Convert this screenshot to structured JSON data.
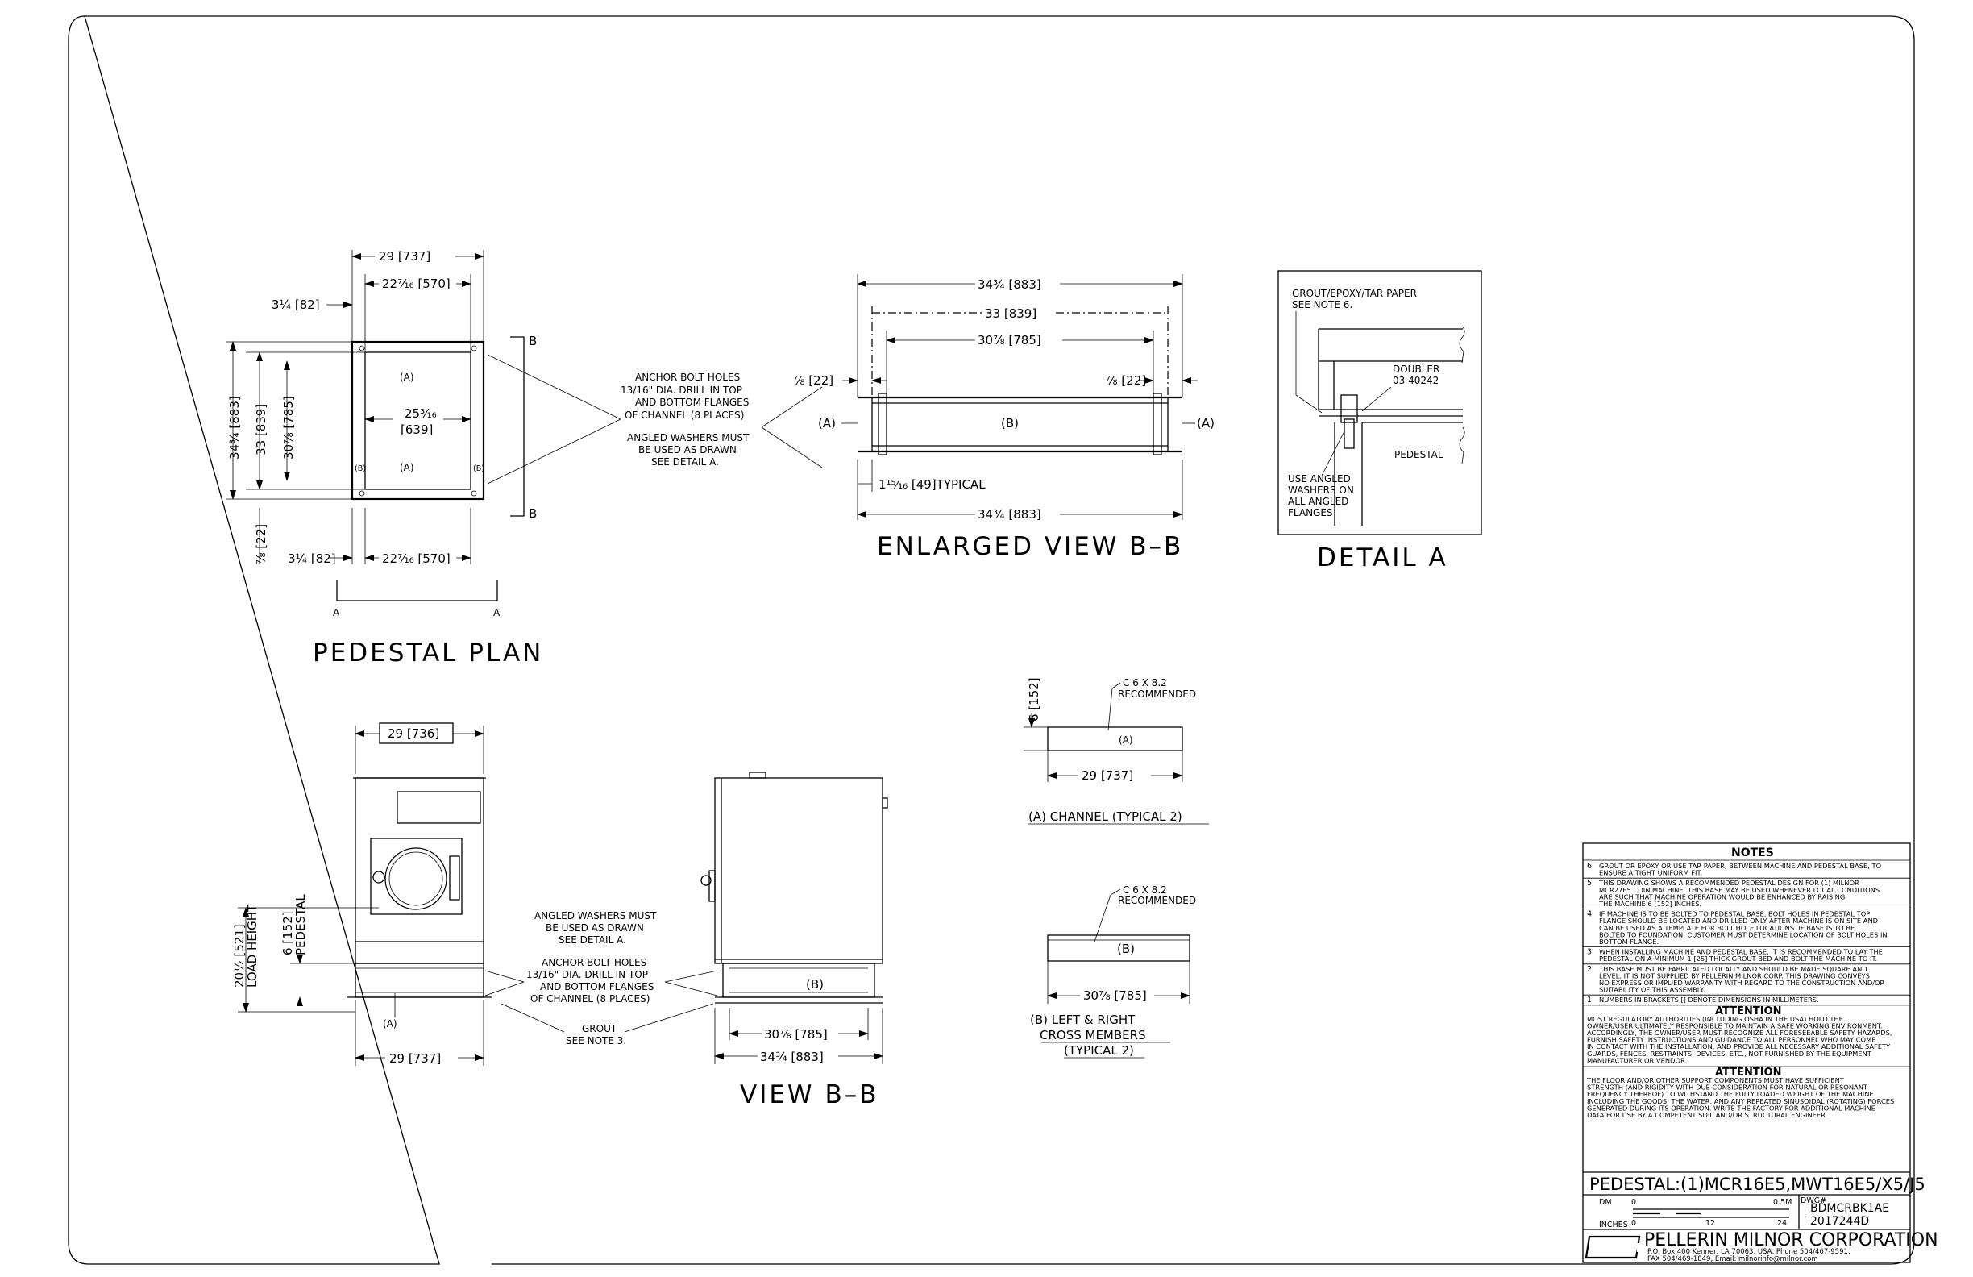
{
  "colors": {
    "ink": "#000000",
    "paper": "#ffffff"
  },
  "views": {
    "pedestal_plan": {
      "title": "PEDESTAL PLAN",
      "dim_29": "29 [737]",
      "dim_22a": "22⁷⁄₁₆ [570]",
      "dim_3a": "3¼ [82]",
      "dim_25": "25³⁄₁₆",
      "dim_25b": "[639]",
      "dim_34": "34¾ [883]",
      "dim_33": "33 [839]",
      "dim_30": "30⅞ [785]",
      "dim_78": "⅞ [22]",
      "dim_3b": "3¼ [82]",
      "dim_22b": "22⁷⁄₁₆ [570]",
      "lbl_A": "(A)",
      "lbl_B": "(B)",
      "sec_B": "B",
      "sec_A": "A"
    },
    "plan_note": [
      "ANCHOR BOLT HOLES",
      "13/16\" DIA. DRILL IN TOP",
      "AND BOTTOM FLANGES",
      "OF CHANNEL (8 PLACES)",
      "",
      "ANGLED WASHERS MUST",
      "BE USED AS DRAWN",
      "SEE DETAIL A."
    ],
    "enlarged_view": {
      "title": "ENLARGED VIEW B–B",
      "dim_34": "34¾ [883]",
      "dim_33": "33 [839]",
      "dim_30": "30⅞ [785]",
      "dim_78l": "⅞ [22]",
      "dim_78r": "⅞ [22]",
      "lbl_A": "(A)",
      "lbl_B": "(B)",
      "dim_typ": "1¹⁵⁄₁₆ [49]TYPICAL",
      "dim_34b": "34¾ [883]"
    },
    "detail_a": {
      "title": "DETAIL A",
      "note1": [
        "GROUT/EPOXY/TAR PAPER",
        "SEE NOTE 6."
      ],
      "doubler": [
        "DOUBLER",
        "03 40242"
      ],
      "pedestal": "PEDESTAL",
      "note2": [
        "USE ANGLED",
        "WASHERS ON",
        "ALL ANGLED",
        "FLANGES"
      ]
    },
    "channel": {
      "dim_6": "6 [152]",
      "spec": [
        "C 6 X 8.2",
        "RECOMMENDED"
      ],
      "lbl": "(A)",
      "dim_29": "29 [737]",
      "caption": "(A) CHANNEL (TYPICAL 2)"
    },
    "cross": {
      "spec": [
        "C 6 X 8.2",
        "RECOMMENDED"
      ],
      "lbl": "(B)",
      "dim_30": "30⅞ [785]",
      "caption": [
        "(B) LEFT & RIGHT",
        "CROSS MEMBERS",
        "(TYPICAL 2)"
      ]
    },
    "front": {
      "dim_29top": "29 [736]",
      "load": [
        "20½ [521]",
        "LOAD HEIGHT"
      ],
      "ped": [
        "6 [152]",
        "PEDESTAL"
      ],
      "lbl_A": "(A)",
      "dim_29": "29 [737]"
    },
    "mid_notes": {
      "washers": [
        "ANGLED WASHERS MUST",
        "BE USED AS DRAWN",
        "SEE DETAIL A."
      ],
      "anchor": [
        "ANCHOR BOLT HOLES",
        "13/16\" DIA. DRILL IN TOP",
        "AND BOTTOM FLANGES",
        "OF CHANNEL (8 PLACES)"
      ],
      "grout": [
        "GROUT",
        "SEE NOTE 3."
      ]
    },
    "view_bb": {
      "title": "VIEW B–B",
      "lbl_B": "(B)",
      "dim_30": "30⅞ [785]",
      "dim_34": "34¾ [883]"
    }
  },
  "title_block": {
    "notes_header": "NOTES",
    "notes": [
      {
        "num": "6",
        "lines": [
          "GROUT OR EPOXY OR USE TAR PAPER, BETWEEN MACHINE AND PEDESTAL BASE, TO",
          "ENSURE A TIGHT UNIFORM FIT."
        ]
      },
      {
        "num": "5",
        "lines": [
          "THIS DRAWING SHOWS A RECOMMENDED PEDESTAL DESIGN FOR (1) MILNOR",
          "MCR27E5 COIN MACHINE. THIS BASE MAY BE USED WHENEVER LOCAL CONDITIONS",
          "ARE SUCH THAT MACHINE OPERATION WOULD BE ENHANCED BY RAISING",
          "THE MACHINE 6 [152] INCHES."
        ]
      },
      {
        "num": "4",
        "lines": [
          "IF MACHINE IS TO BE BOLTED TO PEDESTAL BASE, BOLT HOLES IN PEDESTAL TOP",
          "FLANGE SHOULD BE LOCATED AND DRILLED ONLY AFTER MACHINE IS ON SITE AND",
          "CAN BE USED AS A TEMPLATE FOR BOLT HOLE LOCATIONS. IF BASE IS TO BE",
          "BOLTED TO FOUNDATION, CUSTOMER MUST DETERMINE LOCATION OF BOLT HOLES IN",
          "BOTTOM FLANGE."
        ]
      },
      {
        "num": "3",
        "lines": [
          "WHEN INSTALLING MACHINE AND PEDESTAL BASE, IT IS RECOMMENDED TO LAY THE",
          "PEDESTAL ON A MINIMUM 1 [25] THICK GROUT BED AND BOLT THE MACHINE TO IT."
        ]
      },
      {
        "num": "2",
        "lines": [
          "THIS BASE MUST BE FABRICATED LOCALLY AND SHOULD BE MADE SQUARE AND",
          "LEVEL. IT IS NOT SUPPLIED BY PELLERIN MILNOR CORP. THIS DRAWING CONVEYS",
          "NO EXPRESS OR IMPLIED WARRANTY WITH REGARD TO THE CONSTRUCTION AND/OR",
          "SUITABILITY OF THIS ASSEMBLY."
        ]
      },
      {
        "num": "1",
        "lines": [
          "NUMBERS IN BRACKETS [] DENOTE DIMENSIONS IN MILLIMETERS."
        ]
      }
    ],
    "attention1_header": "ATTENTION",
    "attention1": [
      "MOST REGULATORY AUTHORITIES (INCLUDING OSHA IN THE USA) HOLD THE",
      "OWNER/USER ULTIMATELY RESPONSIBLE TO MAINTAIN A SAFE WORKING ENVIRONMENT.",
      "ACCORDINGLY, THE OWNER/USER MUST RECOGNIZE ALL FORESEEABLE SAFETY HAZARDS,",
      "FURNISH SAFETY INSTRUCTIONS AND GUIDANCE TO ALL PERSONNEL WHO MAY COME",
      "IN CONTACT WITH THE INSTALLATION, AND PROVIDE ALL NECESSARY ADDITIONAL SAFETY",
      "GUARDS, FENCES, RESTRAINTS, DEVICES, ETC., NOT FURNISHED BY THE EQUIPMENT",
      "MANUFACTURER OR VENDOR."
    ],
    "attention2_header": "ATTENTION",
    "attention2": [
      "THE FLOOR AND/OR OTHER SUPPORT COMPONENTS MUST HAVE SUFFICIENT",
      "STRENGTH (AND RIGIDITY WITH DUE CONSIDERATION FOR NATURAL OR RESONANT",
      "FREQUENCY THEREOF) TO WITHSTAND THE FULLY LOADED WEIGHT OF THE MACHINE",
      "INCLUDING THE GOODS, THE WATER, AND ANY REPEATED SINUSOIDAL (ROTATING) FORCES",
      "GENERATED DURING ITS OPERATION. WRITE THE FACTORY FOR ADDITIONAL MACHINE",
      "DATA FOR USE BY A COMPETENT SOIL AND/OR STRUCTURAL ENGINEER."
    ],
    "drawing_title": "PEDESTAL:(1)MCR16E5,MWT16E5/X5/J5",
    "scale": {
      "dm": "DM",
      "dm0": "0",
      "dm_end": "0.5M",
      "inches": "INCHES",
      "in0": "0",
      "in12": "12",
      "in24": "24"
    },
    "dwg_label": "DWG#",
    "dwg_no": "BDMCRBK1AE",
    "dwg_no2": "2017244D",
    "logo": "MILNOR",
    "company": "PELLERIN MILNOR CORPORATION",
    "address": [
      "P.O. Box 400 Kenner, LA 70063, USA, Phone 504/467-9591,",
      "FAX 504/469-1849, Email: milnorinfo@milnor.com"
    ]
  }
}
